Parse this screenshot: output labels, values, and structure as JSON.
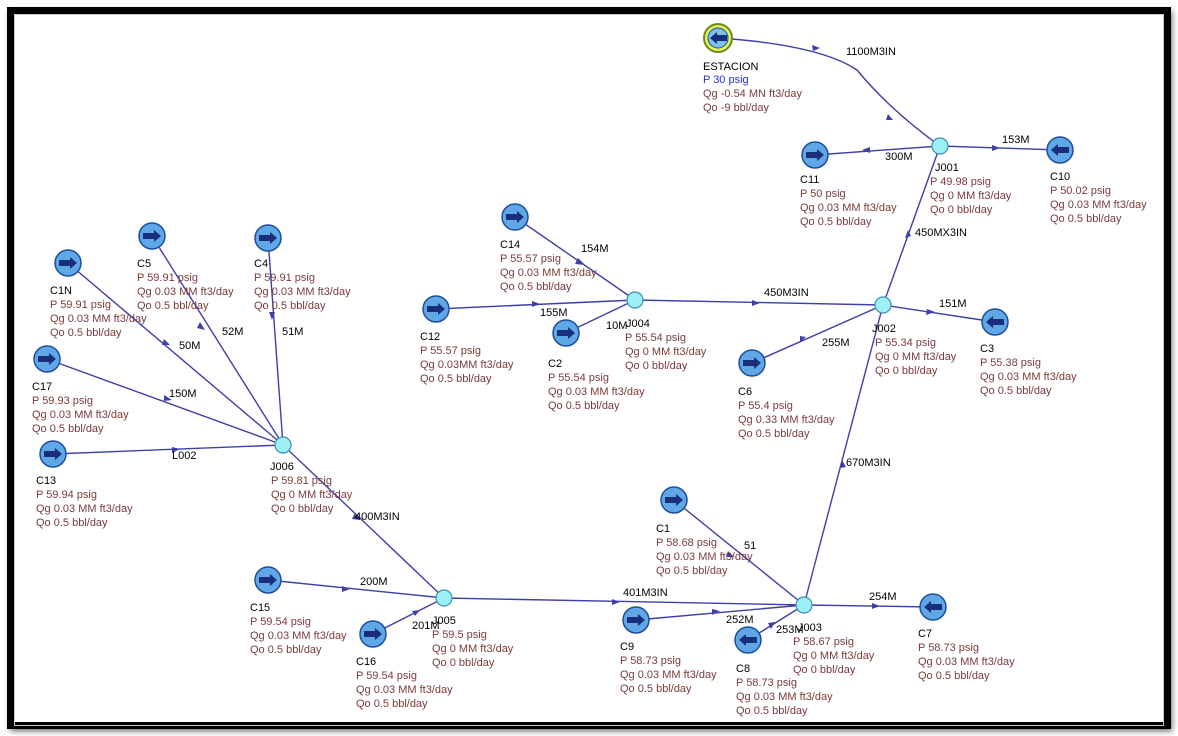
{
  "nodes": {
    "estacion": {
      "name": "ESTACION",
      "p": "P 30 psig",
      "qg": "Qg -0.54 MN ft3/day",
      "qo": "Qo -9 bbl/day"
    },
    "j001": {
      "name": "J001",
      "p": "P 49.98 psig",
      "qg": "Qg 0 MM ft3/day",
      "qo": "Qo 0 bbl/day"
    },
    "j002": {
      "name": "J002",
      "p": "P 55.34 psig",
      "qg": "Qg 0 MM ft3/day",
      "qo": "Qo 0 bbl/day"
    },
    "j003": {
      "name": "J003",
      "p": "P 58.67 psig",
      "qg": "Qg 0 MM ft3/day",
      "qo": "Qo 0 bbl/day"
    },
    "j004": {
      "name": "J004",
      "p": "P 55.54 psig",
      "qg": "Qg 0 MM ft3/day",
      "qo": "Qo 0 bbl/day"
    },
    "j005": {
      "name": "J005",
      "p": "P 59.5 psig",
      "qg": "Qg 0 MM ft3/day",
      "qo": "Qo 0 bbl/day"
    },
    "j006": {
      "name": "J006",
      "p": "P 59.81 psig",
      "qg": "Qg 0 MM ft3/day",
      "qo": "Qo 0 bbl/day"
    },
    "c1": {
      "name": "C1",
      "p": "P 58.68 psig",
      "qg": "Qg 0.03 MM ft3/day",
      "qo": "Qo 0.5 bbl/day"
    },
    "c1n": {
      "name": "C1N",
      "p": "P 59.91 psig",
      "qg": "Qg 0.03 MM ft3/day",
      "qo": "Qo 0.5 bbl/day"
    },
    "c2": {
      "name": "C2",
      "p": "P 55.54 psig",
      "qg": "Qg 0.03 MM ft3/day",
      "qo": "Qo 0.5 bbl/day"
    },
    "c3": {
      "name": "C3",
      "p": "P 55.38 psig",
      "qg": "Qg 0.03 MM ft3/day",
      "qo": "Qo 0.5 bbl/day"
    },
    "c4": {
      "name": "C4",
      "p": "P 59.91 psig",
      "qg": "Qg 0.03 MM ft3/day",
      "qo": "Qo 0.5 bbl/day"
    },
    "c5": {
      "name": "C5",
      "p": "P 59.91 psig",
      "qg": "Qg 0.03 MM ft3/day",
      "qo": "Qo 0.5 bbl/day"
    },
    "c6": {
      "name": "C6",
      "p": "P 55.4 psig",
      "qg": "Qg 0.33 MM ft3/day",
      "qo": "Qo 0.5 bbl/day"
    },
    "c7": {
      "name": "C7",
      "p": "P 58.73 psig",
      "qg": "Qg 0.03 MM ft3/day",
      "qo": "Qo 0.5 bbl/day"
    },
    "c8": {
      "name": "C8",
      "p": "P 58.73 psig",
      "qg": "Qg 0.03 MM ft3/day",
      "qo": "Qo 0.5 bbl/day"
    },
    "c9": {
      "name": "C9",
      "p": "P 58.73 psig",
      "qg": "Qg 0.03 MM ft3/day",
      "qo": "Qo 0.5 bbl/day"
    },
    "c10": {
      "name": "C10",
      "p": "P 50.02 psig",
      "qg": "Qg 0.03 MM ft3/day",
      "qo": "Qo 0.5 bbl/day"
    },
    "c11": {
      "name": "C11",
      "p": "P 50 psig",
      "qg": "Qg 0.03 MM ft3/day",
      "qo": "Qo 0.5 bbl/day"
    },
    "c12": {
      "name": "C12",
      "p": "P 55.57 psig",
      "qg": "Qg 0.03MM ft3/day",
      "qo": "Qo 0.5 bbl/day"
    },
    "c13": {
      "name": "C13",
      "p": "P 59.94 psig",
      "qg": "Qg 0.03 MM ft3/day",
      "qo": "Qo 0.5 bbl/day"
    },
    "c14": {
      "name": "C14",
      "p": "P 55.57 psig",
      "qg": "Qg 0.03 MM ft3/day",
      "qo": "Qo 0.5 bbl/day"
    },
    "c15": {
      "name": "C15",
      "p": "P 59.54 psig",
      "qg": "Qg 0.03 MM ft3/day",
      "qo": "Qo 0.5 bbl/day"
    },
    "c16": {
      "name": "C16",
      "p": "P 59.54 psig",
      "qg": "Qg 0.03 MM ft3/day",
      "qo": "Qo 0.5 bbl/day"
    },
    "c17": {
      "name": "C17",
      "p": "P 59.93 psig",
      "qg": "Qg 0.03 MM ft3/day",
      "qo": "Qo 0.5 bbl/day"
    }
  },
  "pipes": {
    "p1100m3in": "1100M3IN",
    "p153m": "153M",
    "p300m": "300M",
    "p450mx3in": "450MX3IN",
    "p154m": "154M",
    "p155m": "155M",
    "p10m": "10M",
    "p450m3in": "450M3IN",
    "p151m": "151M",
    "p255m": "255M",
    "p670m3in": "670M3IN",
    "p51m": "51M",
    "p52m": "52M",
    "p50m": "50M",
    "p150m": "150M",
    "pl002": "L002",
    "p400m3in": "400M3IN",
    "p200m": "200M",
    "p201m": "201M",
    "p401m3in": "401M3IN",
    "p51": "51",
    "p254m": "254M",
    "p252m": "252M",
    "p253m": "253M"
  },
  "colors": {
    "pipe": "#3f3fa8",
    "source": "#5fa7e6",
    "junction": "#9ef0f7",
    "info": "#7a3b3b",
    "station_pressure": "#2a2ad0"
  }
}
